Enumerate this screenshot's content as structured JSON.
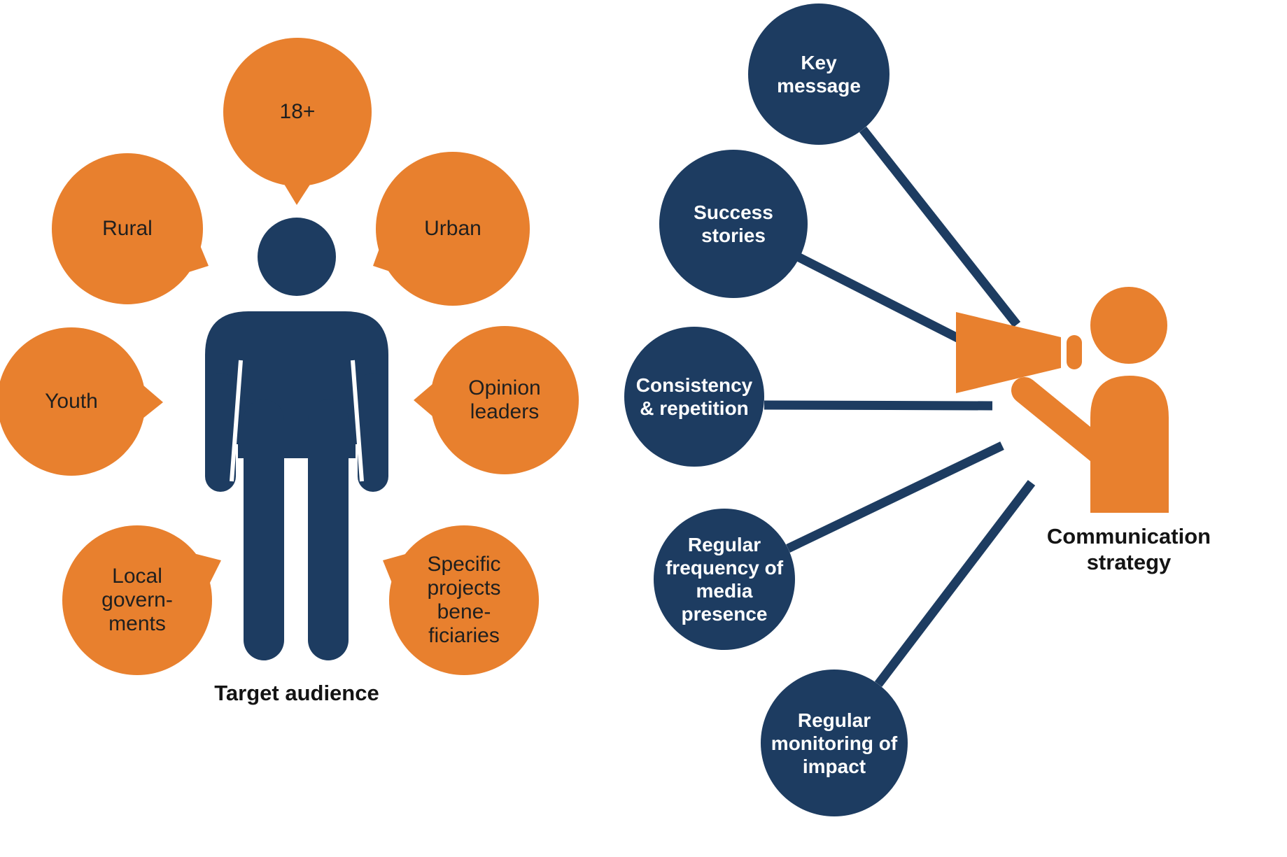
{
  "colors": {
    "orange": "#e8802e",
    "navy": "#1d3c61",
    "text_dark": "#1f1f1f",
    "text_light": "#ffffff",
    "background": "#ffffff"
  },
  "target_audience": {
    "label": "Target audience",
    "bubbles": [
      {
        "id": "18plus",
        "label": "18+"
      },
      {
        "id": "rural",
        "label": "Rural"
      },
      {
        "id": "urban",
        "label": "Urban"
      },
      {
        "id": "youth",
        "label": "Youth"
      },
      {
        "id": "opinion-leaders",
        "label": "Opinion\nleaders"
      },
      {
        "id": "local-governments",
        "label": "Local\ngovern-\nments"
      },
      {
        "id": "specific-projects-beneficiaries",
        "label": "Specific\nprojects\nbene-\nficiaries"
      }
    ]
  },
  "communication_strategy": {
    "label": "Communication\nstrategy",
    "elements": [
      {
        "id": "key-message",
        "label": "Key\nmessage"
      },
      {
        "id": "success-stories",
        "label": "Success\nstories"
      },
      {
        "id": "consistency-repetition",
        "label": "Consistency\n& repetition"
      },
      {
        "id": "regular-frequency",
        "label": "Regular\nfrequency of\nmedia\npresence"
      },
      {
        "id": "regular-monitoring",
        "label": "Regular\nmonitoring of\nimpact"
      }
    ]
  },
  "icons": {
    "left_figure": "person-icon",
    "right_figure": "announcer-with-megaphone-icon"
  }
}
